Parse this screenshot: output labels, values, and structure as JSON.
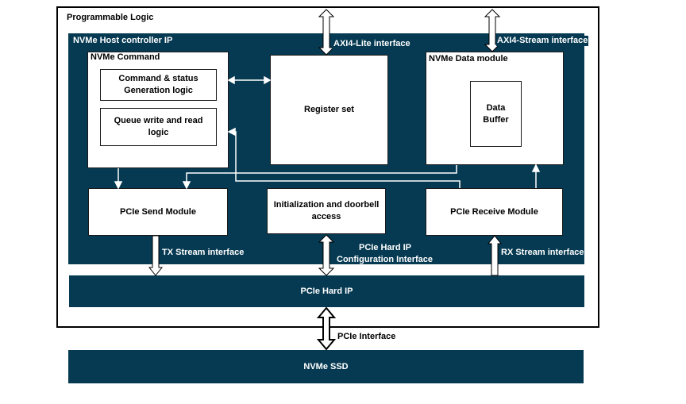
{
  "programmable_logic": {
    "label": "Programmable Logic"
  },
  "host_controller": {
    "label": "NVMe Host controller IP"
  },
  "nvme_command": {
    "label": "NVMe Command",
    "command_status": "Command & status Generation logic",
    "queue_logic": "Queue write and read logic"
  },
  "register_set": {
    "label": "Register set"
  },
  "data_module": {
    "label": "NVMe Data module",
    "buffer": "Data Buffer"
  },
  "send_module": {
    "label": "PCIe Send Module"
  },
  "init_doorbell": {
    "label": "Initialization and doorbell access"
  },
  "receive_module": {
    "label": "PCIe Receive Module"
  },
  "pcie_hard_ip": {
    "label": "PCIe Hard IP"
  },
  "nvme_ssd": {
    "label": "NVMe SSD"
  },
  "interfaces": {
    "axi4_lite": "AXI4-Lite interface",
    "axi4_stream": "AXI4-Stream interface",
    "tx_stream": "TX Stream interface",
    "rx_stream": "RX Stream interface",
    "config_line1": "PCIe Hard IP",
    "config_line2": "Configuration Interface",
    "pcie_interface": "PCIe Interface"
  }
}
